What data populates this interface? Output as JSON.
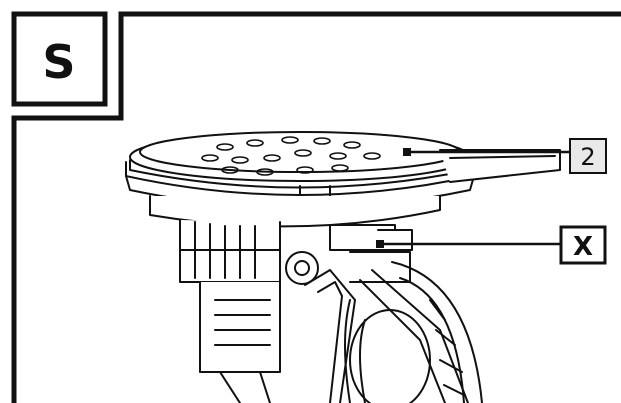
{
  "figure": {
    "section_label": "S",
    "callouts": [
      {
        "id": "callout-2",
        "label": "2"
      },
      {
        "id": "callout-x",
        "label": "X"
      }
    ]
  },
  "colors": {
    "line": "#111111",
    "label_fill": "#e9e9e9",
    "background": "#ffffff"
  }
}
